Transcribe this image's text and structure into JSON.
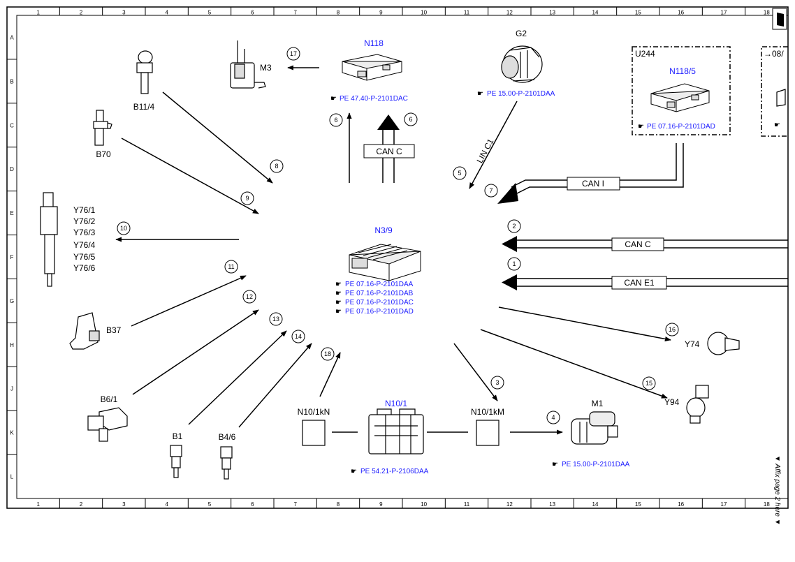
{
  "grid": {
    "columns": [
      "1",
      "2",
      "3",
      "4",
      "5",
      "6",
      "7",
      "8",
      "9",
      "10",
      "11",
      "12",
      "13",
      "14",
      "15",
      "16",
      "17",
      "18"
    ],
    "rows": [
      "A",
      "B",
      "C",
      "D",
      "E",
      "F",
      "G",
      "H",
      "J",
      "K",
      "L"
    ]
  },
  "colors": {
    "ecu_label": "#1a1aff",
    "reference": "#1a1aff",
    "line": "#000000"
  },
  "components": {
    "n3_9": "N3/9",
    "n118": "N118",
    "n118_5": "N118/5",
    "u244": "U244",
    "g2": "G2",
    "m3": "M3",
    "b11_4": "B11/4",
    "b70": "B70",
    "y76": [
      "Y76/1",
      "Y76/2",
      "Y76/3",
      "Y76/4",
      "Y76/5",
      "Y76/6"
    ],
    "b37": "B37",
    "b6_1": "B6/1",
    "b1": "B1",
    "b4_6": "B4/6",
    "n10_1kn": "N10/1kN",
    "n10_1": "N10/1",
    "n10_1km": "N10/1kM",
    "m1": "M1",
    "y74": "Y74",
    "y94": "Y94"
  },
  "references": {
    "n118": "PE 47.40-P-2101DAC",
    "g2": "PE 15.00-P-2101DAA",
    "n118_5": "PE 07.16-P-2101DAD",
    "n3_9": [
      "PE 07.16-P-2101DAA",
      "PE 07.16-P-2101DAB",
      "PE 07.16-P-2101DAC",
      "PE 07.16-P-2101DAD"
    ],
    "n10_1": "PE 54.21-P-2106DAA",
    "m1": "PE 15.00-P-2101DAA"
  },
  "buses": {
    "can_c_top": "CAN C",
    "lin_c1": "LIN C1",
    "can_i": "CAN I",
    "can_c_right": "CAN C",
    "can_e1": "CAN E1"
  },
  "numbers": {
    "n1": "1",
    "n2": "2",
    "n3": "3",
    "n4": "4",
    "n5": "5",
    "n6a": "6",
    "n6b": "6",
    "n7": "7",
    "n8": "8",
    "n9": "9",
    "n10": "10",
    "n11": "11",
    "n12": "12",
    "n13": "13",
    "n14": "14",
    "n15": "15",
    "n16": "16",
    "n17": "17",
    "n18": "18"
  },
  "margin": {
    "next_page": "→08/",
    "affix_note": "▼ Affix page 2 here ▼"
  }
}
